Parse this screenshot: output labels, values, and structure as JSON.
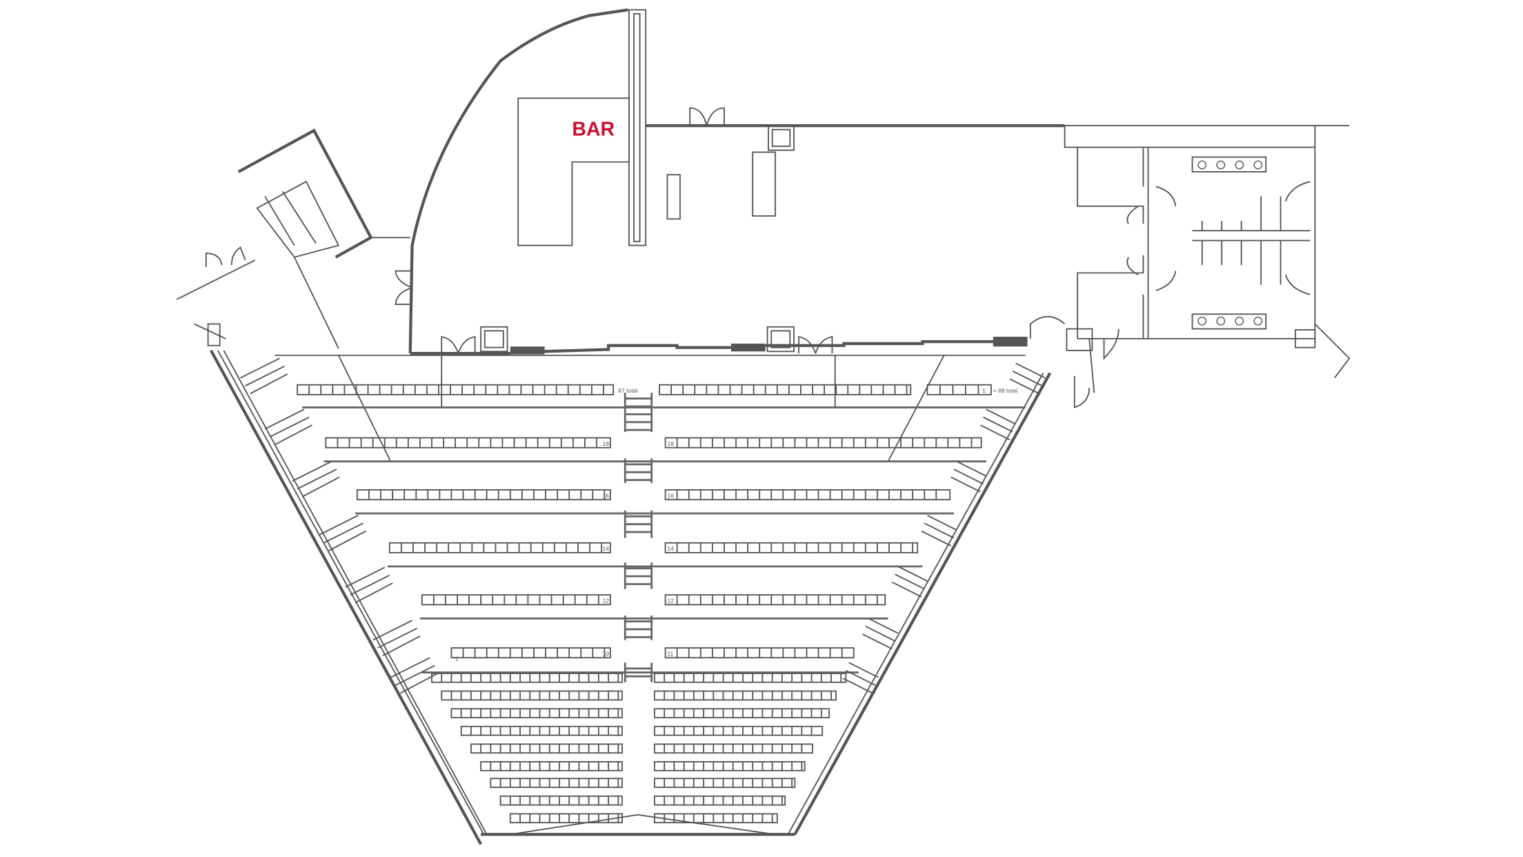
{
  "title_label": "BAR",
  "colors": {
    "bar_label": "#c8102e",
    "walls": "#555555"
  },
  "seating": {
    "front_row_left_total": "87 total",
    "front_row_right_total": "= 89 total",
    "seat_one_label": "1",
    "rows_left": [
      "18",
      "16",
      "14",
      "12",
      "10"
    ],
    "rows_right": [
      "18",
      "16",
      "14",
      "12",
      "11"
    ],
    "accessible_seat_label": "1"
  }
}
